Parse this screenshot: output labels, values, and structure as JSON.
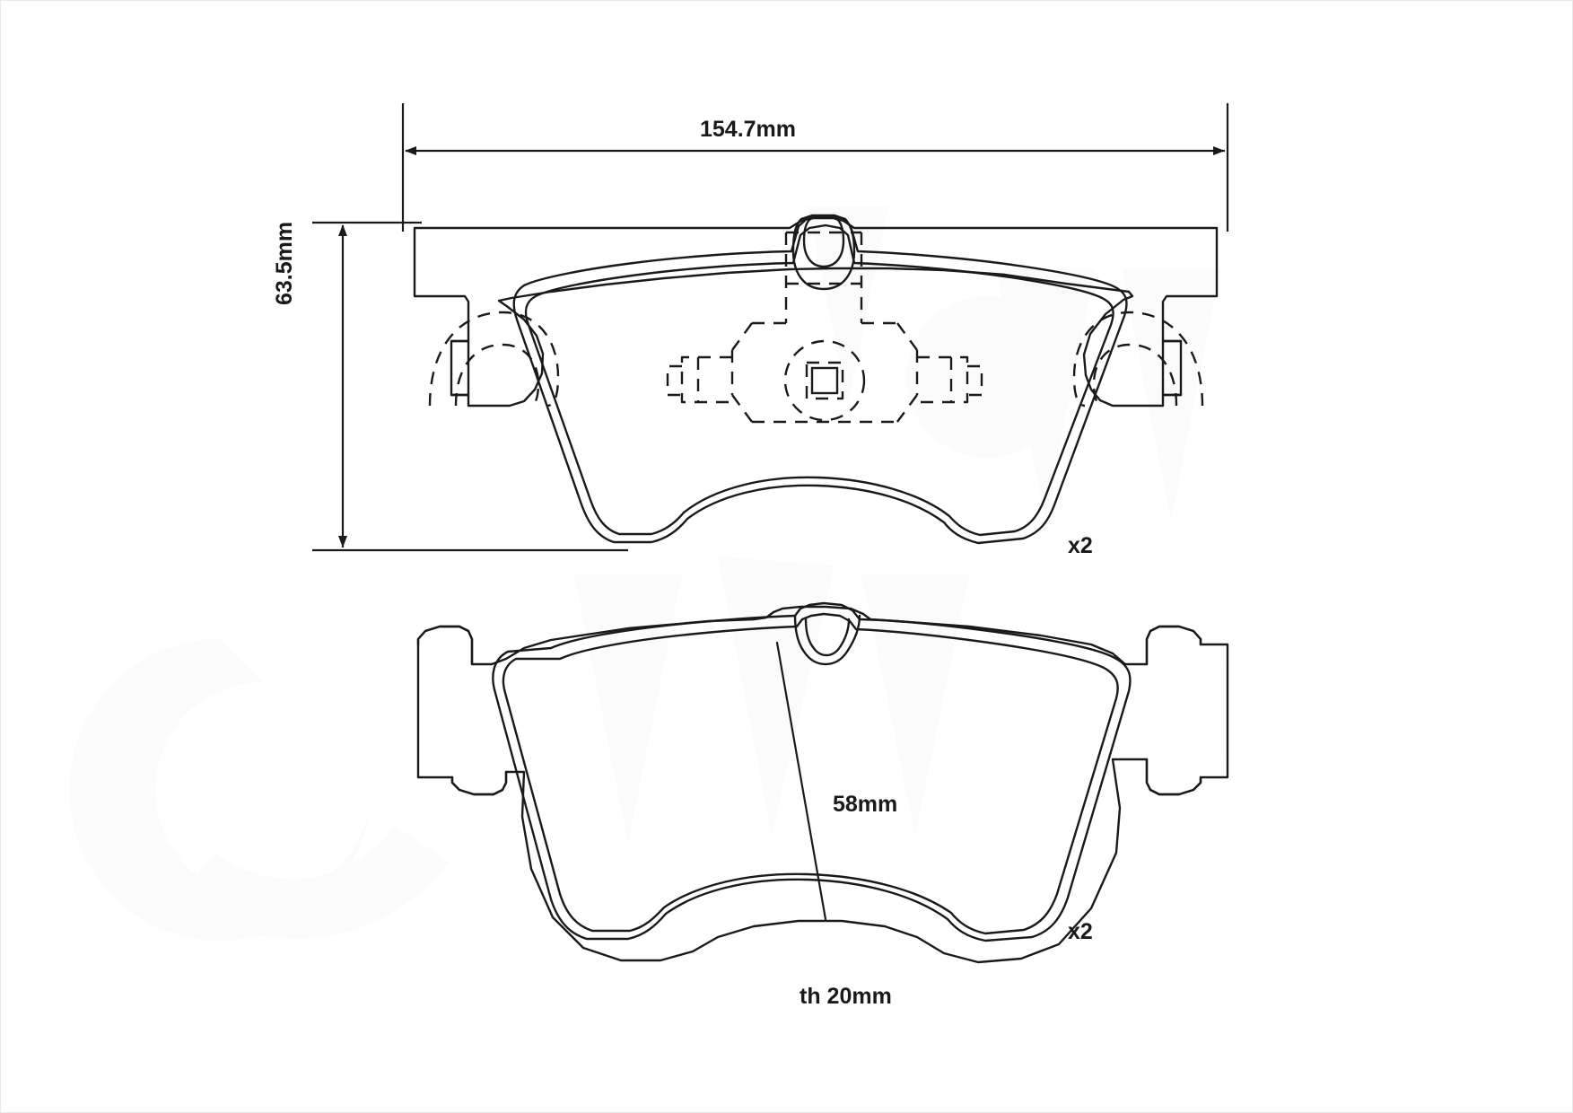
{
  "drawing": {
    "title": "Brake pad set technical dimension drawing",
    "background_color": "#ffffff",
    "line_color": "#1a1a1a",
    "watermark_color": "#fcfcfc"
  },
  "dimensions": {
    "width_label": "154.7mm",
    "height_label": "63.5mm",
    "inner_height_label": "58mm",
    "thickness_label": "th 20mm"
  },
  "quantities": {
    "top_pad_qty": "x2",
    "bottom_pad_qty": "x2"
  },
  "parts": [
    {
      "name": "upper-brake-pad",
      "qty": "x2",
      "overall_width_mm": 154.7,
      "overall_height_mm": 63.5,
      "features": "backing plate with wear sensor slot, hidden-line shim detail"
    },
    {
      "name": "lower-brake-pad",
      "qty": "x2",
      "friction_height_mm": 58,
      "thickness_mm": 20,
      "features": "backing plate with side ears and central notch"
    }
  ]
}
